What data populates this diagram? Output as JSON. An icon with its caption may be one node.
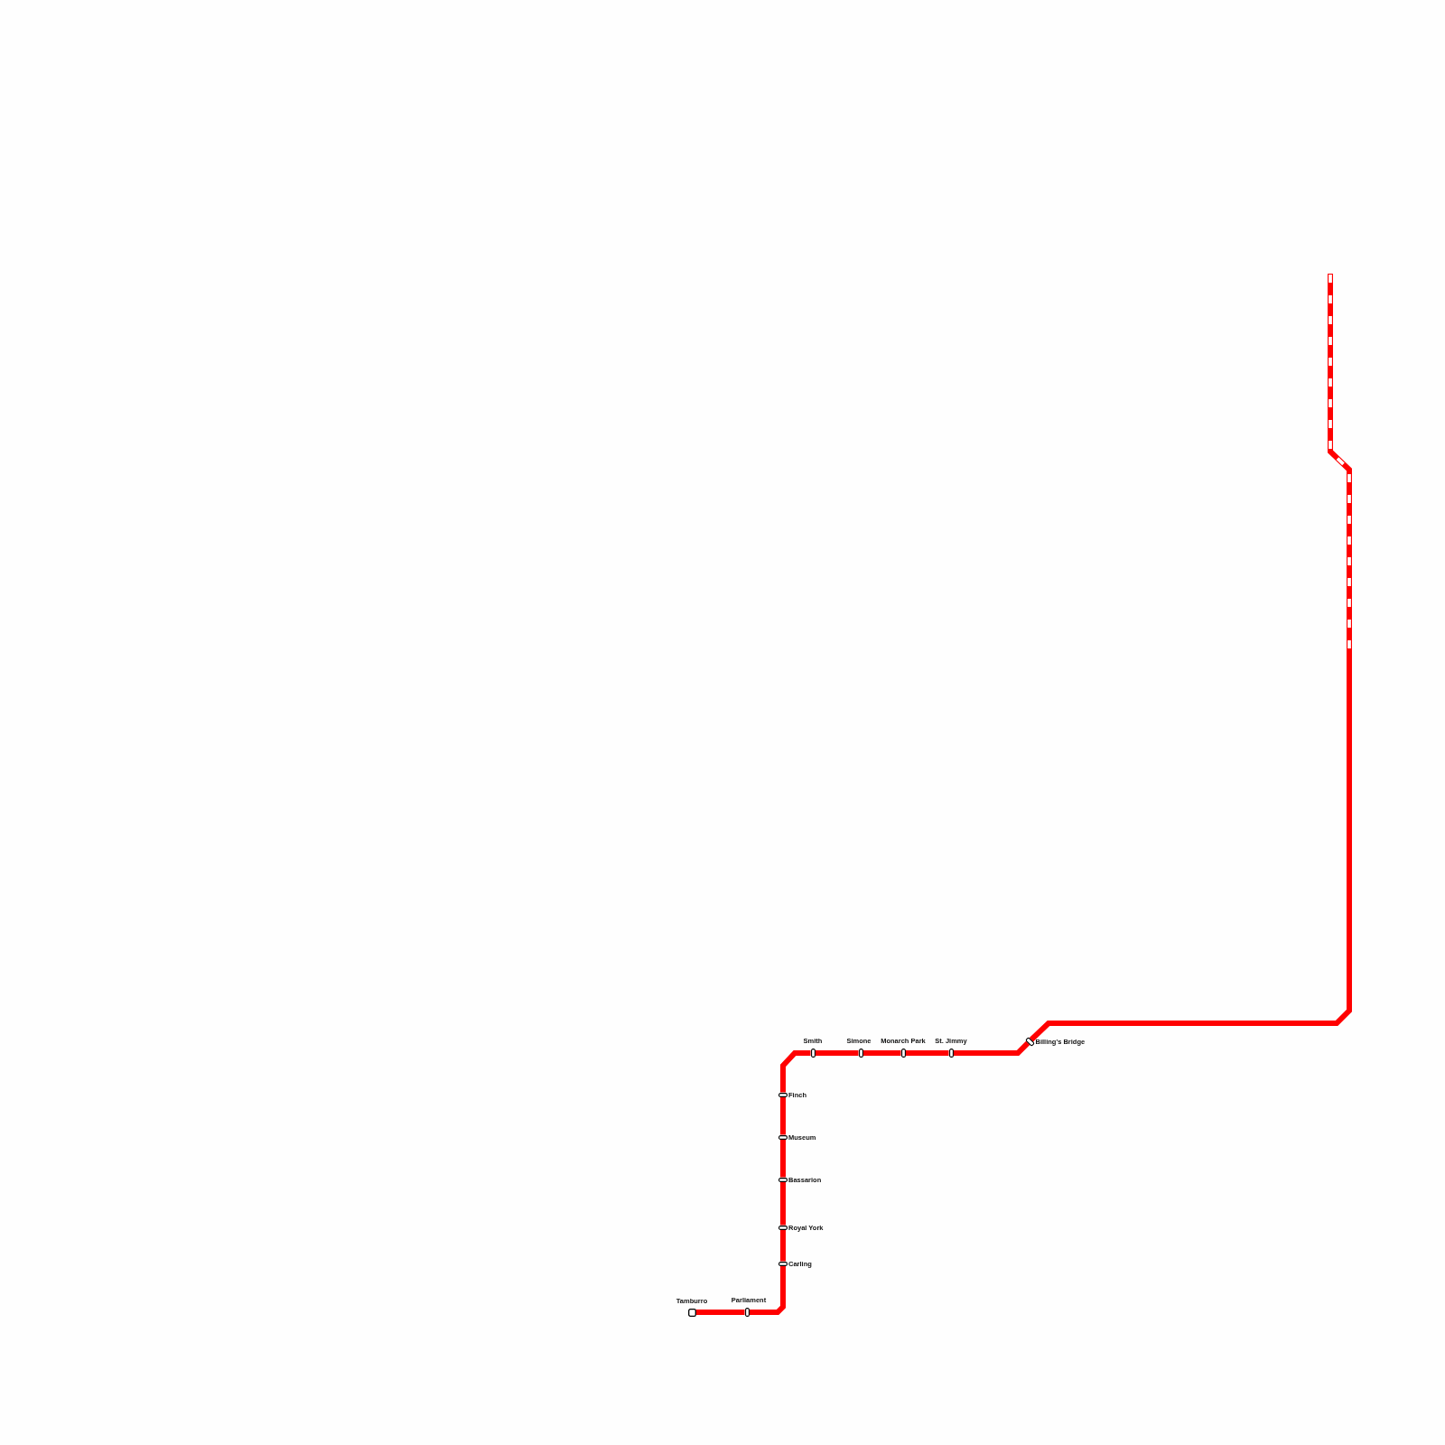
{
  "diagram": {
    "nodes": [
      {
        "text": [
          "Tamburro"
        ]
      },
      {
        "text": [
          "Parliament"
        ]
      },
      {
        "text": [
          "Carling"
        ]
      },
      {
        "text": [
          "Royal York"
        ]
      },
      {
        "text": [
          "Bassarion"
        ]
      },
      {
        "text": [
          "Museum"
        ]
      },
      {
        "text": [
          "Finch"
        ]
      },
      {
        "text": [
          "Smith"
        ]
      },
      {
        "text": [
          "Simone"
        ]
      },
      {
        "text": [
          "Monarch Park"
        ]
      },
      {
        "text": [
          "St. Jimmy"
        ]
      },
      {
        "text": [
          "Billing's Bridge"
        ]
      },
      {
        "text": [],
        "shape": "bar"
      }
    ],
    "edges": [
      {
        "from": 0,
        "to": 1,
        "arrow": "none"
      },
      {
        "from": 1,
        "to": 2,
        "arrow": "none"
      },
      {
        "from": 2,
        "to": 3,
        "arrow": "none"
      },
      {
        "from": 3,
        "to": 4,
        "arrow": "none"
      },
      {
        "from": 4,
        "to": 5,
        "arrow": "none"
      },
      {
        "from": 5,
        "to": 6,
        "arrow": "none"
      },
      {
        "from": 6,
        "to": 7,
        "arrow": "none"
      },
      {
        "from": 7,
        "to": 8,
        "arrow": "none"
      },
      {
        "from": 8,
        "to": 9,
        "arrow": "none"
      },
      {
        "from": 9,
        "to": 10,
        "arrow": "none"
      },
      {
        "from": 10,
        "to": 11,
        "arrow": "none"
      },
      {
        "from": 11,
        "to": 12,
        "arrow": "none"
      }
    ]
  }
}
